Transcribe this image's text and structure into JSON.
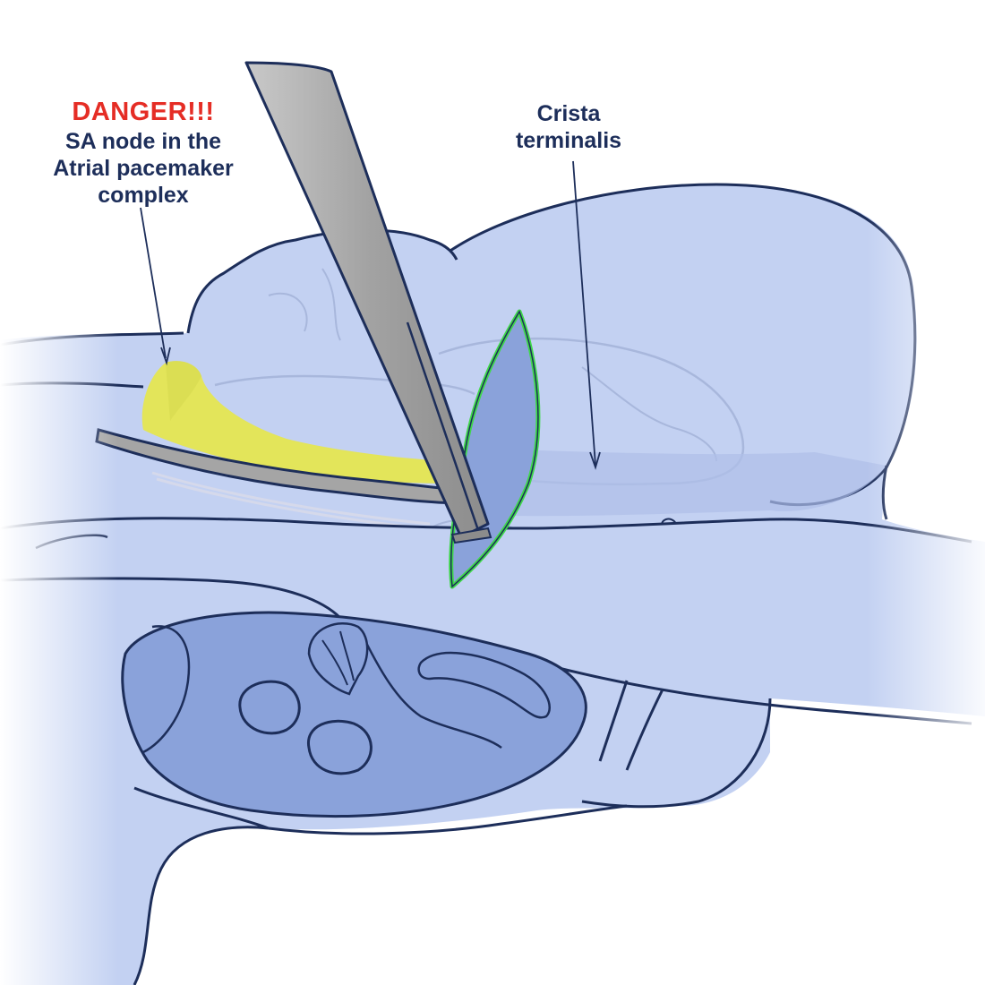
{
  "labels": {
    "danger": "DANGER!!!",
    "sa_node_line1": "SA node in the",
    "sa_node_line2": "Atrial pacemaker",
    "sa_node_line3": "complex",
    "crista_line1": "Crista",
    "crista_line2": "terminalis"
  },
  "colors": {
    "outline": "#1d2e5a",
    "tissue_light": "#c3d1f2",
    "tissue_dark": "#8aa2da",
    "sa_node": "#e3e55a",
    "incision": "#3fd84a",
    "instrument": "#a5a5a5",
    "danger_text": "#e52d25"
  }
}
